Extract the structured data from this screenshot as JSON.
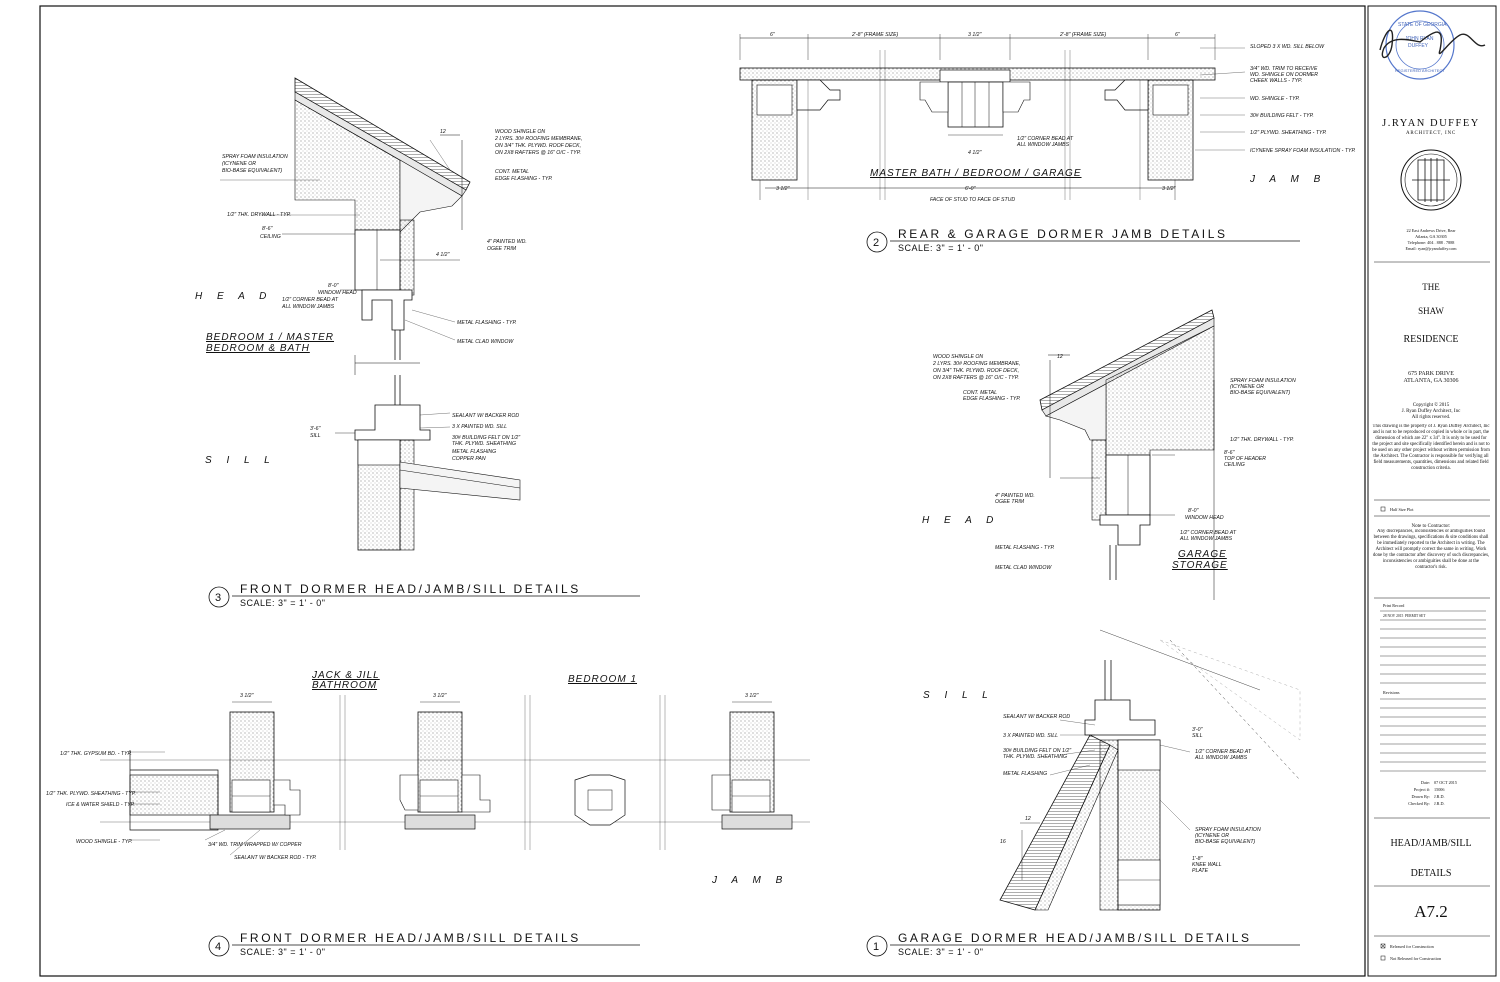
{
  "drawing": {
    "details": [
      {
        "num": "3",
        "title": "FRONT DORMER HEAD/JAMB/SILL DETAILS",
        "scale": "SCALE: 3\" = 1' - 0\""
      },
      {
        "num": "2",
        "title": "REAR & GARAGE DORMER JAMB DETAILS",
        "scale": "SCALE: 3\" = 1' - 0\""
      },
      {
        "num": "4",
        "title": "FRONT DORMER HEAD/JAMB/SILL DETAILS",
        "scale": "SCALE: 3\" = 1' - 0\""
      },
      {
        "num": "1",
        "title": "GARAGE DORMER HEAD/JAMB/SILL DETAILS",
        "scale": "SCALE: 3\" = 1' - 0\""
      }
    ],
    "section_labels": {
      "head_3": "H E A D",
      "sill_3": "S I L L",
      "head_1": "H E A D",
      "sill_1": "S I L L",
      "jamb_2": "J A M B",
      "jamb_4": "J A M B"
    },
    "room_labels": {
      "bedroom_master_1": "BEDROOM 1 / MASTER",
      "bedroom_master_2": "BEDROOM & BATH",
      "master_bath": "MASTER BATH / BEDROOM / GARAGE",
      "jack_jill_1": "JACK & JILL",
      "jack_jill_2": "BATHROOM",
      "bedroom_1": "BEDROOM 1",
      "garage_1": "GARAGE",
      "garage_2": "STORAGE"
    },
    "dimensions": {
      "d3_slope": "12",
      "d3_ceiling": "8'-6\"",
      "d3_ceiling_sub": "CEILING",
      "d3_window_head": "8'-0\"",
      "d3_window_head_sub": "WINDOW HEAD",
      "d3_sill": "3'-6\"",
      "d3_sill_sub": "SILL",
      "d3_quarter": "4 1/2\"",
      "d2_six_a": "6\"",
      "d2_frame_a": "2'-8\" (FRAME SIZE)",
      "d2_three_half": "3 1/2\"",
      "d2_frame_b": "2'-8\" (FRAME SIZE)",
      "d2_six_b": "6\"",
      "d2_overall": "6'-0\"",
      "d2_overall_note": "FACE OF STUD TO FACE OF STUD",
      "d2_left": "3 1/2\"",
      "d2_mid": "4 1/2\"",
      "d2_right": "3 1/2\"",
      "d1_slope": "12",
      "d1_header": "8'-6\"",
      "d1_header_sub1": "TOP OF HEADER",
      "d1_header_sub2": "CEILING",
      "d1_window_head": "8'-0\"",
      "d1_window_head_sub": "WINDOW HEAD",
      "d1_sill": "3'-0\"",
      "d1_sill_sub": "SILL",
      "d1_knee": "1'-8\"",
      "d1_knee_sub1": "KNEE WALL",
      "d1_knee_sub2": "PLATE",
      "d1_slope_b": "12",
      "d1_slope_c": "16",
      "d4_a": "3 1/2\"",
      "d4_b": "3 1/2\"",
      "d4_c": "3 1/2\""
    },
    "notes_3": [
      "WOOD SHINGLE ON",
      "2 LYRS. 30# ROOFING MEMBRANE,",
      "ON 3/4\" THK. PLYWD. ROOF DECK,",
      "ON 2X8 RAFTERS @ 16\" O/C - TYP.",
      "SPRAY FOAM INSULATION",
      "(ICYNENE OR",
      "BIO-BASE EQUIVALENT)",
      "CONT. METAL",
      "EDGE FLASHING - TYP.",
      "1/2\" THK. DRYWALL - TYP.",
      "4\" PAINTED WD.",
      "OGEE TRIM",
      "1/2\" CORNER BEAD AT",
      "ALL WINDOW JAMBS",
      "METAL FLASHING - TYP.",
      "METAL CLAD WINDOW",
      "SEALANT W/ BACKER ROD",
      "3 X PAINTED WD. SILL",
      "30# BUILDING FELT ON 1/2\"",
      "THK. PLYWD. SHEATHING",
      "METAL FLASHING",
      "COPPER PAN"
    ],
    "notes_2": [
      "SLOPED 3 X WD. SILL BELOW",
      "3/4\" WD. TRIM TO RECEIVE",
      "WD. SHINGLE ON DORMER",
      "CHEEK WALLS - TYP.",
      "WD. SHINGLE - TYP.",
      "30# BUILDING FELT - TYP.",
      "1/2\" PLYWD. SHEATHING - TYP.",
      "ICYNENE SPRAY FOAM INSULATION - TYP.",
      "1/2\" CORNER BEAD AT",
      "ALL WINDOW JAMBS"
    ],
    "notes_4": [
      "1/2\" THK. GYPSUM BD. - TYP.",
      "1/2\" THK. PLYWD. SHEATHING - TYP.",
      "ICE & WATER SHIELD - TYP.",
      "WOOD SHINGLE - TYP.",
      "3/4\" WD. TRIM WRAPPED W/ COPPER",
      "SEALANT W/ BACKER ROD - TYP."
    ],
    "notes_1": [
      "WOOD SHINGLE ON",
      "2 LYRS. 30# ROOFING MEMBRANE,",
      "ON 3/4\" THK. PLYWD. ROOF DECK,",
      "ON 2X8 RAFTERS @ 16\" O/C - TYP.",
      "CONT. METAL",
      "EDGE FLASHING - TYP.",
      "SPRAY FOAM INSULATION",
      "(ICYNENE OR",
      "BIO-BASE EQUIVALENT)",
      "1/2\" THK. DRYWALL - TYP.",
      "4\" PAINTED WD.",
      "OGEE TRIM",
      "1/2\" CORNER BEAD AT",
      "ALL WINDOW JAMBS",
      "METAL FLASHING - TYP.",
      "METAL CLAD WINDOW",
      "SEALANT W/ BACKER ROD",
      "3 X PAINTED WD. SILL",
      "30# BUILDING FELT ON 1/2\"",
      "THK. PLYWD. SHEATHING",
      "METAL FLASHING",
      "1/2\" CORNER BEAD AT",
      "ALL WINDOW JAMBS",
      "SPRAY FOAM INSULATION",
      "(ICYNENE OR",
      "BIO-BASE EQUIVALENT)"
    ]
  },
  "title_block": {
    "seal_line1": "STATE OF GEORGIA",
    "seal_line2": "JOHN RYAN",
    "seal_line3": "DUFFEY",
    "seal_line4": "REGISTERED ARCHITECT",
    "firm_name": "J.RYAN DUFFEY",
    "firm_sub": "ARCHITECT, INC",
    "address1": "22 East Andrews Drive, Rear",
    "address2": "Atlanta, GA 30305",
    "phone": "Telephone: 404 . 888 . 7888",
    "email": "Email: ryan@jryanduffey.com",
    "project_1": "THE",
    "project_2": "SHAW",
    "project_3": "RESIDENCE",
    "project_addr1": "675 PARK DRIVE",
    "project_addr2": "ATLANTA, GA 30306",
    "copyright1": "Copyright © 2015",
    "copyright2": "J. Ryan Duffey Architect, Inc",
    "copyright3": "All rights reserved.",
    "property_note": "This drawing is the property of J. Ryan Duffey Architect, Inc and is not to be reproduced or copied in whole or in part, the dimension of which are 22\" x 34\". It is only to be used for the project and site specifically identified herein and is not to be used on any other project without written permission from the Architect. The Contractor is responsible for verifying all field measurements, quantities, dimensions and related field construction criteria.",
    "half_size": "Half Size Plot",
    "contractor_title": "Note to Contractor:",
    "contractor_note": "Any discrepancies, inconsistencies or ambiguities found between the drawings, specifications & site conditions shall be immediately reported to the Architect in writing. The Architect will promptly correct the same in writing. Work done by the contractor after discovery of such discrepancies, inconsistencies or ambiguities shall be done at the contractor's risk.",
    "print_record": "Print Record",
    "print_date": "28 NOV 2015",
    "print_set": "PERMIT SET",
    "revisions": "Revisions",
    "date_label": "Date:",
    "date_val": "07 OCT 2015",
    "proj_label": "Project #:",
    "proj_val": "15006",
    "drawn_label": "Drawn By:",
    "drawn_val": "J.R.D.",
    "checked_label": "Checked By:",
    "checked_val": "J.R.D.",
    "sheet_title1": "HEAD/JAMB/SILL",
    "sheet_title2": "DETAILS",
    "sheet_number": "A7.2",
    "released": "Released for Construction",
    "not_released": "Not Released for Construction"
  }
}
